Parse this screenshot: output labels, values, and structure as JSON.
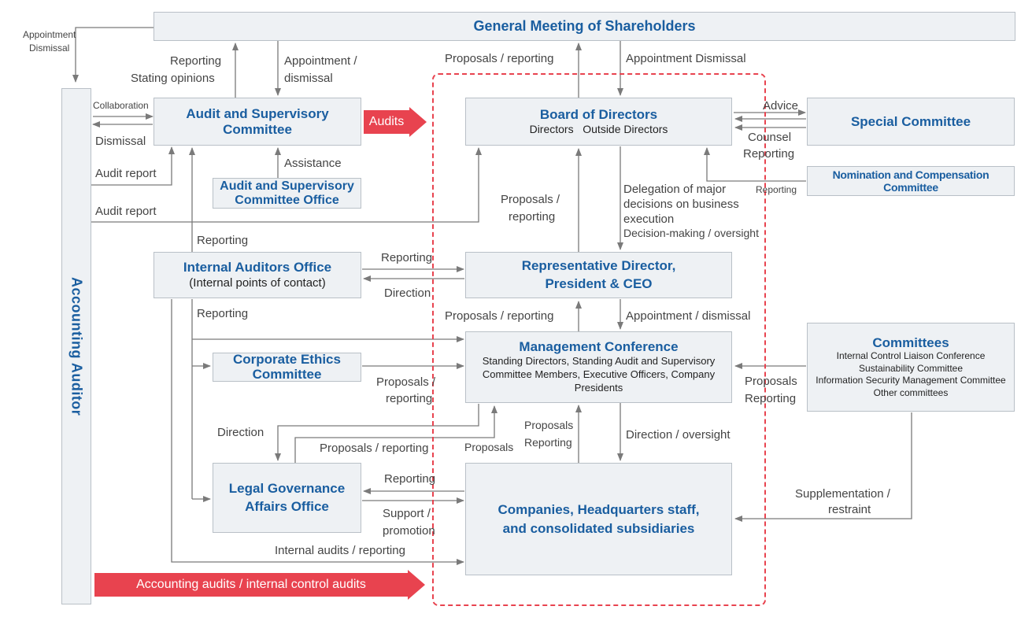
{
  "nodes": {
    "gms": {
      "title": "General Meeting of Shareholders"
    },
    "accounting_auditor": {
      "title": "Accounting Auditor"
    },
    "audit_committee": {
      "title": "Audit and Supervisory Committee"
    },
    "audit_office": {
      "title": "Audit and Supervisory Committee Office"
    },
    "board": {
      "title": "Board of Directors",
      "sub": "Directors   Outside Directors"
    },
    "special": {
      "title": "Special Committee"
    },
    "nomination": {
      "title": "Nomination and Compensation Committee"
    },
    "internal_auditors": {
      "title": "Internal Auditors Office",
      "sub": "(Internal points of contact)"
    },
    "rep_director": {
      "title": "Representative Director, President & CEO"
    },
    "ethics": {
      "title": "Corporate Ethics Committee"
    },
    "mgmt_conf": {
      "title": "Management Conference",
      "sub": "Standing Directors, Standing Audit and Supervisory Committee Members, Executive Officers, Company Presidents"
    },
    "committees": {
      "title": "Committees",
      "items": [
        "Internal Control Liaison Conference",
        "Sustainability Committee",
        "Information Security Management Committee",
        "Other committees"
      ]
    },
    "legal": {
      "title": "Legal Governance Affairs Office"
    },
    "companies": {
      "title": "Companies, Headquarters staff, and consolidated subsidiaries"
    }
  },
  "edge_labels": {
    "appointment_dismissal_aa_1": "Appointment",
    "appointment_dismissal_aa_2": "Dismissal",
    "reporting_gms": "Reporting",
    "stating_opinions": "Stating opinions",
    "appointment_slash": "Appointment /",
    "dismissal": "dismissal",
    "proposals_reporting_top": "Proposals / reporting",
    "appointment_dismissal_top": "Appointment Dismissal",
    "collaboration": "Collaboration",
    "dismissal_left": "Dismissal",
    "audit_report_1": "Audit report",
    "audit_report_2": "Audit report",
    "assistance": "Assistance",
    "advice": "Advice",
    "counsel": "Counsel",
    "reporting_counsel": "Reporting",
    "reporting_nomination": "Reporting",
    "proposals_1": "Proposals /",
    "reporting_1": "reporting",
    "delegation_1": "Delegation of major",
    "delegation_2": "decisions on business",
    "delegation_3": "execution",
    "delegation_4": "Decision-making / oversight",
    "reporting_ia_up": "Reporting",
    "reporting_ia_rep": "Reporting",
    "direction_rep": "Direction",
    "reporting_ia_down": "Reporting",
    "proposals_reporting_mid": "Proposals / reporting",
    "appointment_dismissal_mid": "Appointment / dismissal",
    "proposals_ethics": "Proposals /",
    "reporting_ethics": "reporting",
    "proposals_comm": "Proposals",
    "reporting_comm": "Reporting",
    "direction_legal": "Direction",
    "proposals_reporting_legal": "Proposals / reporting",
    "proposals_small": "Proposals",
    "proposals_co": "Proposals",
    "reporting_co": "Reporting",
    "direction_oversight": "Direction / oversight",
    "reporting_legal": "Reporting",
    "support": "Support /",
    "promotion": "promotion",
    "supplementation": "Supplementation /",
    "restraint": "restraint",
    "internal_audits": "Internal audits / reporting"
  },
  "callouts": {
    "audits": "Audits",
    "accounting_audits": "Accounting audits / internal control audits"
  },
  "colors": {
    "accent_red": "#e8434f",
    "title_blue": "#1a5ea0",
    "box_fill": "#eef1f4",
    "line_gray": "#7a7a7a"
  }
}
